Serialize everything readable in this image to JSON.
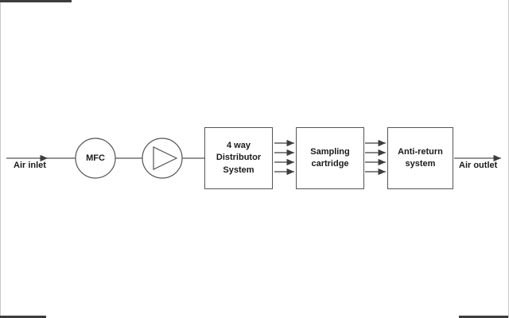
{
  "diagram": {
    "nodes": {
      "air_inlet_label": "Air inlet",
      "mfc_label": "MFC",
      "distributor_label": "4 way\nDistributor\nSystem",
      "sampling_label": "Sampling\ncartridge",
      "anti_return_label": "Anti-return\nsystem",
      "air_outlet_label": "Air outlet"
    },
    "colors": {
      "stroke": "#555555",
      "text": "#1a1a1a",
      "background": "#ffffff"
    }
  }
}
